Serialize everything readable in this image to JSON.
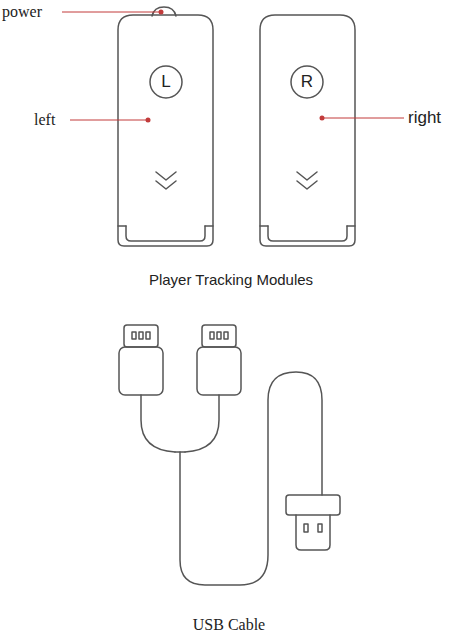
{
  "diagram": {
    "labels": [
      "power",
      "left",
      "right",
      "L",
      "R",
      "Player Tracking Modules",
      "USB Cable"
    ]
  }
}
